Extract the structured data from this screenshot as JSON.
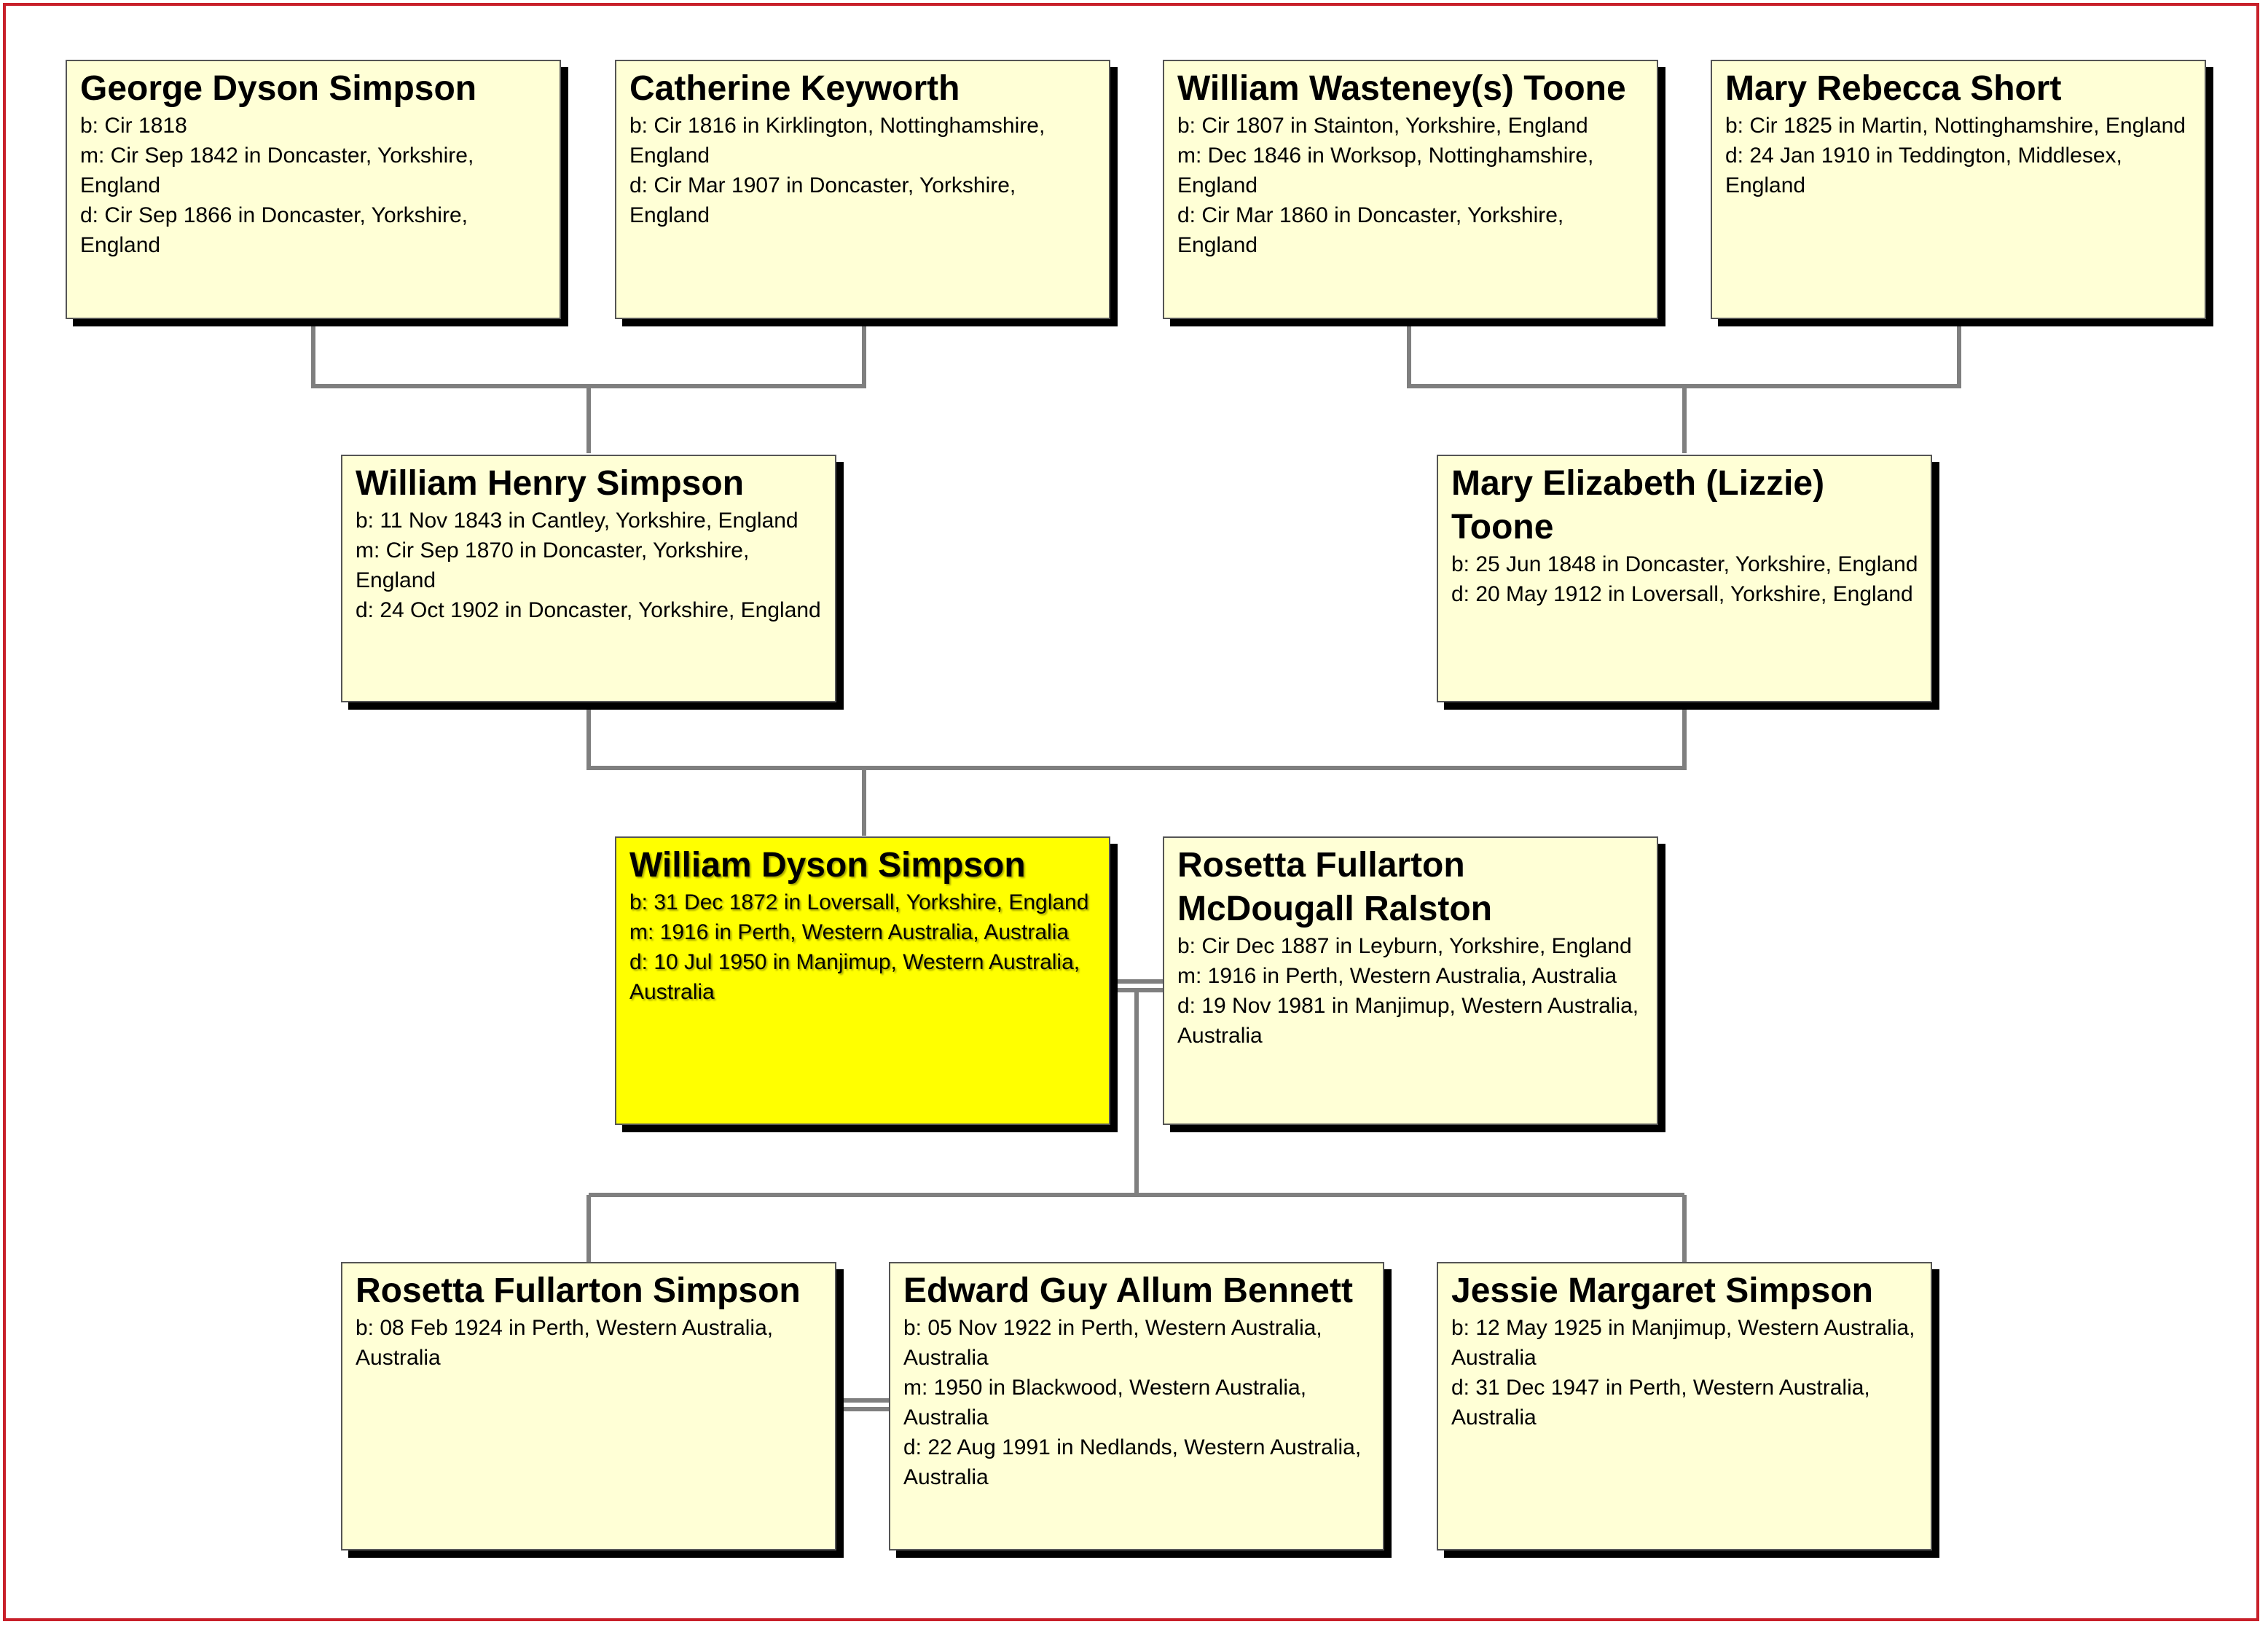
{
  "colors": {
    "card_bg": "#ffffd6",
    "focus_bg": "#ffff00",
    "line": "#7f7f7f",
    "frame": "#c8202a"
  },
  "people": {
    "george": {
      "name": "George Dyson Simpson",
      "facts": [
        "b: Cir 1818",
        "m: Cir Sep 1842 in Doncaster, Yorkshire, England",
        "d: Cir Sep 1866 in Doncaster, Yorkshire, England"
      ]
    },
    "catherine": {
      "name": "Catherine Keyworth",
      "facts": [
        "b: Cir 1816 in Kirklington, Nottinghamshire, England",
        "d: Cir Mar 1907 in Doncaster, Yorkshire, England"
      ]
    },
    "william_toone": {
      "name": "William Wasteney(s) Toone",
      "facts": [
        "b: Cir 1807 in Stainton, Yorkshire, England",
        "m: Dec 1846 in Worksop, Nottinghamshire, England",
        "d: Cir Mar 1860 in Doncaster, Yorkshire, England"
      ]
    },
    "mary_short": {
      "name": "Mary Rebecca Short",
      "facts": [
        "b: Cir 1825 in Martin, Nottinghamshire, England",
        "d: 24 Jan 1910 in Teddington, Middlesex, England"
      ]
    },
    "william_henry": {
      "name": "William Henry Simpson",
      "facts": [
        "b: 11 Nov 1843 in Cantley, Yorkshire, England",
        "m: Cir Sep 1870 in Doncaster, Yorkshire, England",
        "d: 24 Oct 1902 in Doncaster, Yorkshire, England"
      ]
    },
    "mary_lizzie": {
      "name": "Mary Elizabeth (Lizzie) Toone",
      "facts": [
        "b: 25 Jun 1848 in Doncaster, Yorkshire, England",
        "d: 20 May 1912 in Loversall, Yorkshire, England"
      ]
    },
    "william_dyson": {
      "name": "William Dyson Simpson",
      "facts": [
        "b: 31 Dec 1872 in Loversall, Yorkshire, England",
        "m: 1916 in Perth, Western Australia, Australia",
        "d: 10 Jul 1950 in Manjimup, Western Australia, Australia"
      ]
    },
    "rosetta_ralston": {
      "name": "Rosetta Fullarton McDougall Ralston",
      "facts": [
        "b: Cir Dec 1887 in Leyburn, Yorkshire, England",
        "m: 1916 in Perth, Western Australia, Australia",
        "d: 19 Nov 1981 in Manjimup, Western Australia, Australia"
      ]
    },
    "rosetta_simpson": {
      "name": "Rosetta Fullarton Simpson",
      "facts": [
        "b: 08 Feb 1924 in Perth, Western Australia, Australia"
      ]
    },
    "edward": {
      "name": "Edward Guy Allum Bennett",
      "facts": [
        "b: 05 Nov 1922 in Perth, Western Australia, Australia",
        "m: 1950 in Blackwood, Western Australia, Australia",
        "d: 22 Aug 1991 in Nedlands, Western Australia, Australia"
      ]
    },
    "jessie": {
      "name": "Jessie Margaret Simpson",
      "facts": [
        "b: 12 May 1925 in Manjimup, Western Australia, Australia",
        "d: 31 Dec 1947 in Perth, Western Australia, Australia"
      ]
    }
  }
}
